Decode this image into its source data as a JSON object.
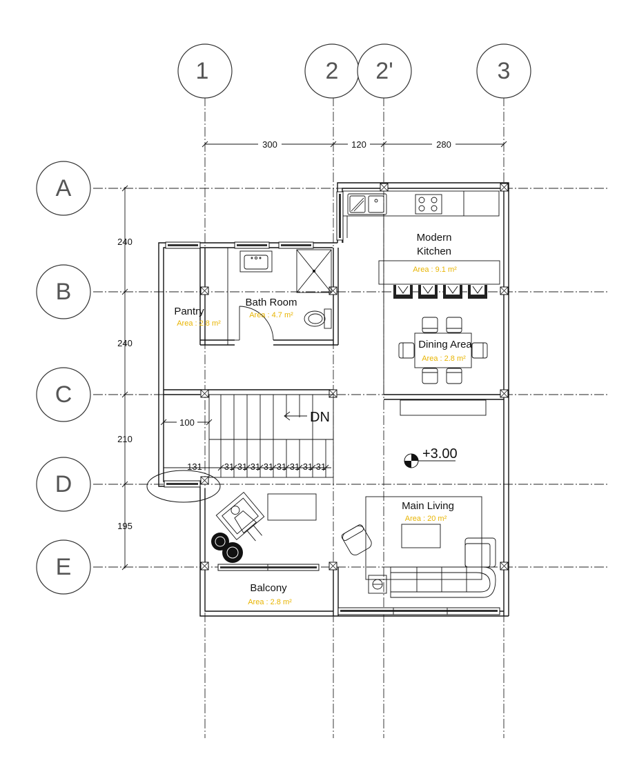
{
  "grid_columns": [
    {
      "label": "1"
    },
    {
      "label": "2"
    },
    {
      "label": "2'"
    },
    {
      "label": "3"
    }
  ],
  "grid_rows": [
    {
      "label": "A"
    },
    {
      "label": "B"
    },
    {
      "label": "C"
    },
    {
      "label": "D"
    },
    {
      "label": "E"
    }
  ],
  "dimensions": {
    "horizontal": [
      "300",
      "120",
      "280"
    ],
    "vertical": [
      "240",
      "240",
      "210",
      "195"
    ],
    "pantry_width": "100",
    "landing": "131",
    "treads": [
      "31",
      "31",
      "31",
      "31",
      "31",
      "31",
      "31",
      "31"
    ]
  },
  "rooms": {
    "kitchen": {
      "name_line1": "Modern",
      "name_line2": "Kitchen",
      "area": "Area : 9.1 m²"
    },
    "pantry": {
      "name": "Pantry",
      "area": "Area : 2.8 m²"
    },
    "bathroom": {
      "name": "Bath Room",
      "area": "Area : 4.7 m²"
    },
    "dining": {
      "name": "Dining Area",
      "area": "Area : 2.8 m²"
    },
    "living": {
      "name": "Main Living",
      "area": "Area : 20 m²"
    },
    "balcony": {
      "name": "Balcony",
      "area": "Area : 2.8 m²"
    }
  },
  "stair_direction": "DN",
  "level_marker": "+3.00",
  "colors": {
    "area_text": "#e8b400",
    "lines": "#111111",
    "bubble_text": "#555555"
  }
}
